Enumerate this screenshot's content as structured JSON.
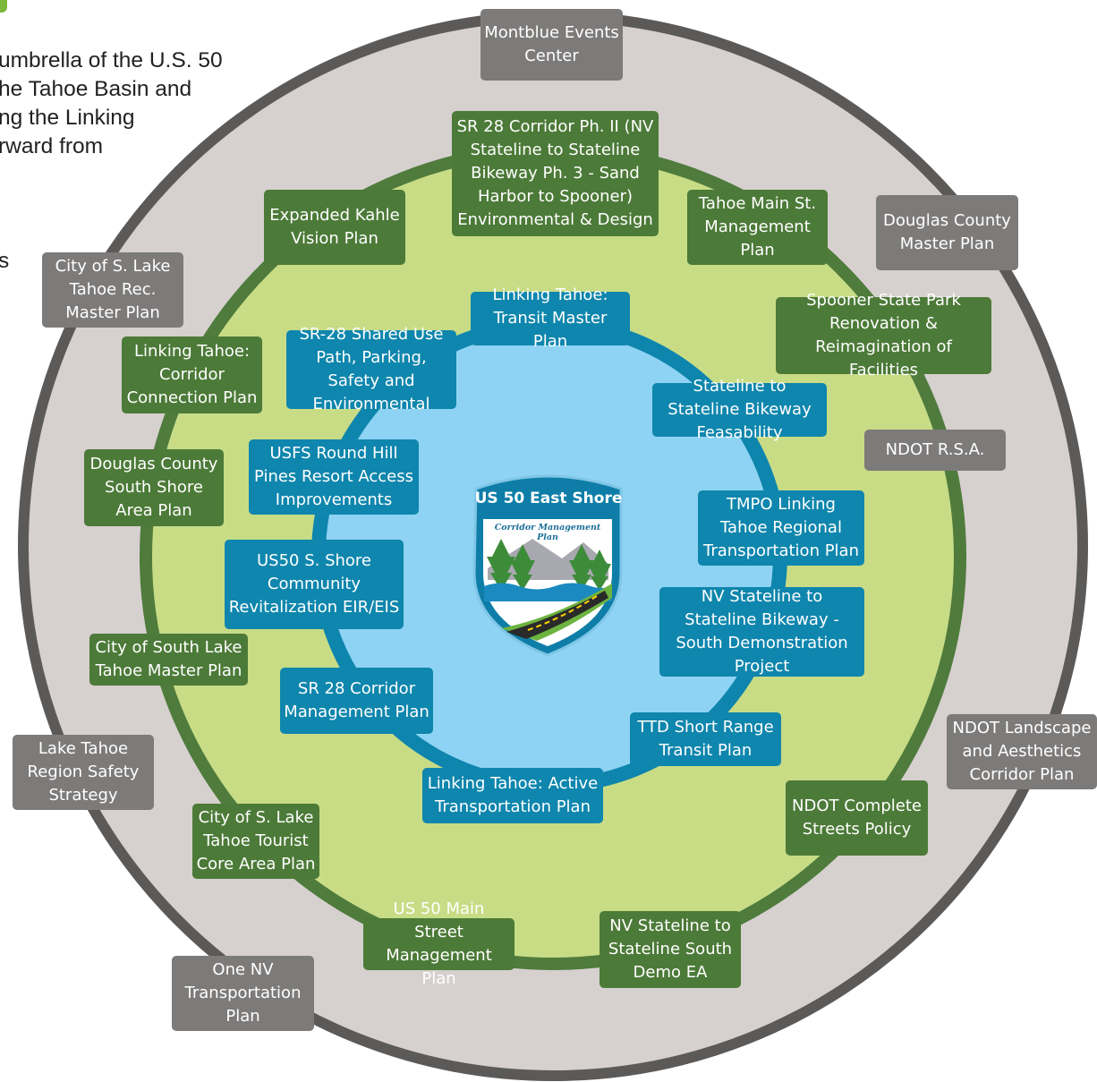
{
  "intro_text": [
    "umbrella of the U.S. 50",
    "he Tahoe Basin and",
    "ng the Linking",
    "rward from",
    "s"
  ],
  "logo": {
    "title": "US 50 East Shore",
    "subtitle": "Corridor Management Plan"
  },
  "colors": {
    "outer_ring": "#d6d0cf",
    "green_ring": "#4f7b3c",
    "green_fill": "#c8dc86",
    "blue_ring": "#0e85ad",
    "blue_fill": "#8ed3f3",
    "gray_box": "#7d7b7a",
    "green_box": "#4c7a38",
    "blue_box": "#0f86ad"
  },
  "outer_plans": [
    "Montblue Events Center",
    "Douglas County Master Plan",
    "City of S. Lake Tahoe Rec. Master Plan",
    "NDOT R.S.A.",
    "NDOT Landscape and Aesthetics Corridor Plan",
    "Lake Tahoe Region Safety Strategy",
    "One NV Transportation Plan"
  ],
  "middle_plans": [
    "SR 28 Corridor Ph. II (NV Stateline to Stateline Bikeway Ph. 3 - Sand Harbor to Spooner) Environmental & Design",
    "Expanded Kahle Vision Plan",
    "Tahoe Main St. Management Plan",
    "Spooner State Park Renovation & Reimagination of Facilities",
    "Linking Tahoe: Corridor Connection Plan",
    "Douglas County South Shore Area Plan",
    "City of South Lake Tahoe Master Plan",
    "NDOT Complete Streets Policy",
    "City of S. Lake Tahoe Tourist Core Area Plan",
    "US 50 Main Street Management Plan",
    "NV Stateline to Stateline South Demo EA"
  ],
  "inner_plans": [
    "Linking Tahoe: Transit Master Plan",
    "SR-28 Shared Use Path, Parking, Safety and Environmental",
    "Stateline to Stateline Bikeway Feasability",
    "USFS Round Hill Pines Resort Access Improvements",
    "TMPO Linking Tahoe Regional Transportation Plan",
    "US50 S. Shore Community Revitalization EIR/EIS",
    "NV Stateline to Stateline Bikeway - South Demonstration Project",
    "SR 28 Corridor Management Plan",
    "TTD Short Range Transit Plan",
    "Linking Tahoe: Active Transportation Plan"
  ]
}
